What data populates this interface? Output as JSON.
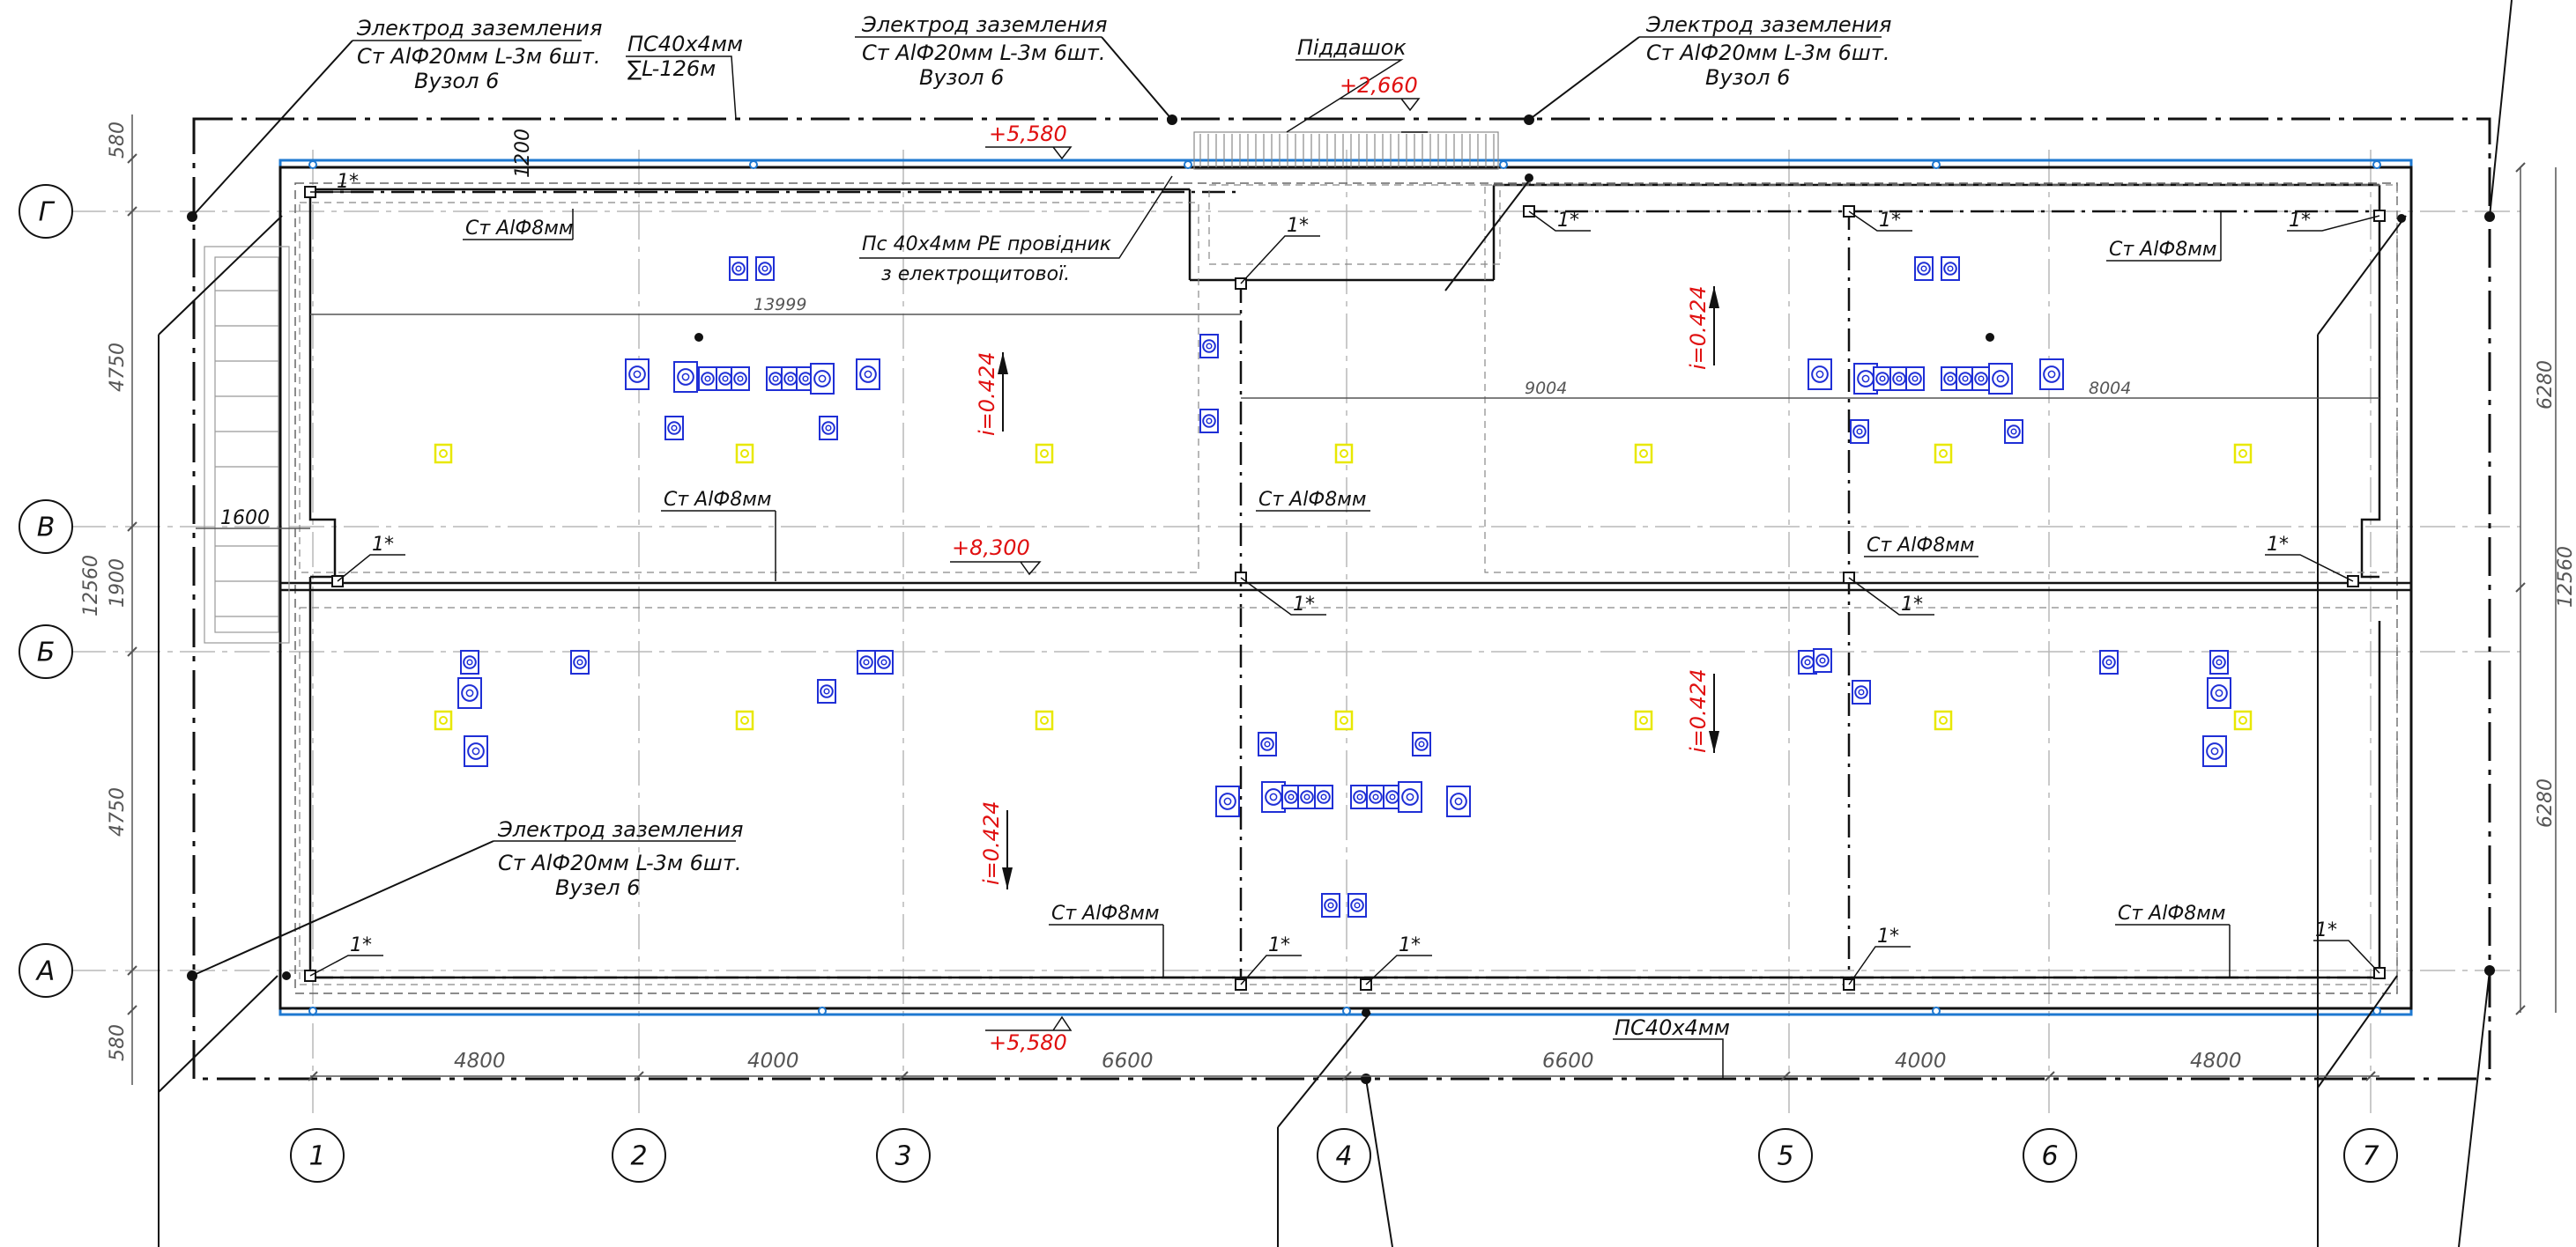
{
  "axes": {
    "horizontal": [
      "1",
      "2",
      "3",
      "4",
      "5",
      "6",
      "7"
    ],
    "vertical": [
      "Г",
      "В",
      "Б",
      "А"
    ]
  },
  "labels": {
    "electrode_title": "Электрод заземления",
    "electrode_spec": "Ст AlФ20мм L-3м 6шт.",
    "electrode_node": "Вузол 6",
    "electrode_node_alt": "Вузел 6",
    "strip_top": "ПС40х4мм",
    "strip_sum": "∑L-126м",
    "strip_bottom": "ПС40х4мм",
    "canopy": "Піддашок",
    "pe_line1": "Пс 40х4мм РЕ провідник",
    "pe_line2": "з електрощитової.",
    "wire": "Ст AlФ8мм",
    "node": "1*"
  },
  "elevations": {
    "top": "+5,580",
    "canopy": "+2,660",
    "ridge": "+8,300",
    "bottom": "+5,580"
  },
  "slopes": {
    "s1": "i=0.424",
    "s2": "i=0.424",
    "s3": "i=0.424",
    "s4": "i=0.424"
  },
  "dimensions": {
    "d13999": "13999",
    "d9004": "9004",
    "d8004": "8004",
    "d1600": "1600",
    "d1200": "1200",
    "left_580_top": "580",
    "left_4750_top": "4750",
    "left_12560": "12560",
    "left_1900": "1900",
    "left_4750_bottom": "4750",
    "left_580_bottom": "580",
    "right_6280_top": "6280",
    "right_12560": "12560",
    "right_6280_bottom": "6280",
    "bottom": [
      "4800",
      "4000",
      "6600",
      "6600",
      "4000",
      "4800"
    ]
  },
  "colors": {
    "outline": "#111111",
    "building_blue": "#1e78d0",
    "equipment_blue": "#1f2fd6",
    "lamp_yellow": "#e8e800",
    "elevation_red": "#e01010",
    "grid": "#b8b8b8"
  }
}
